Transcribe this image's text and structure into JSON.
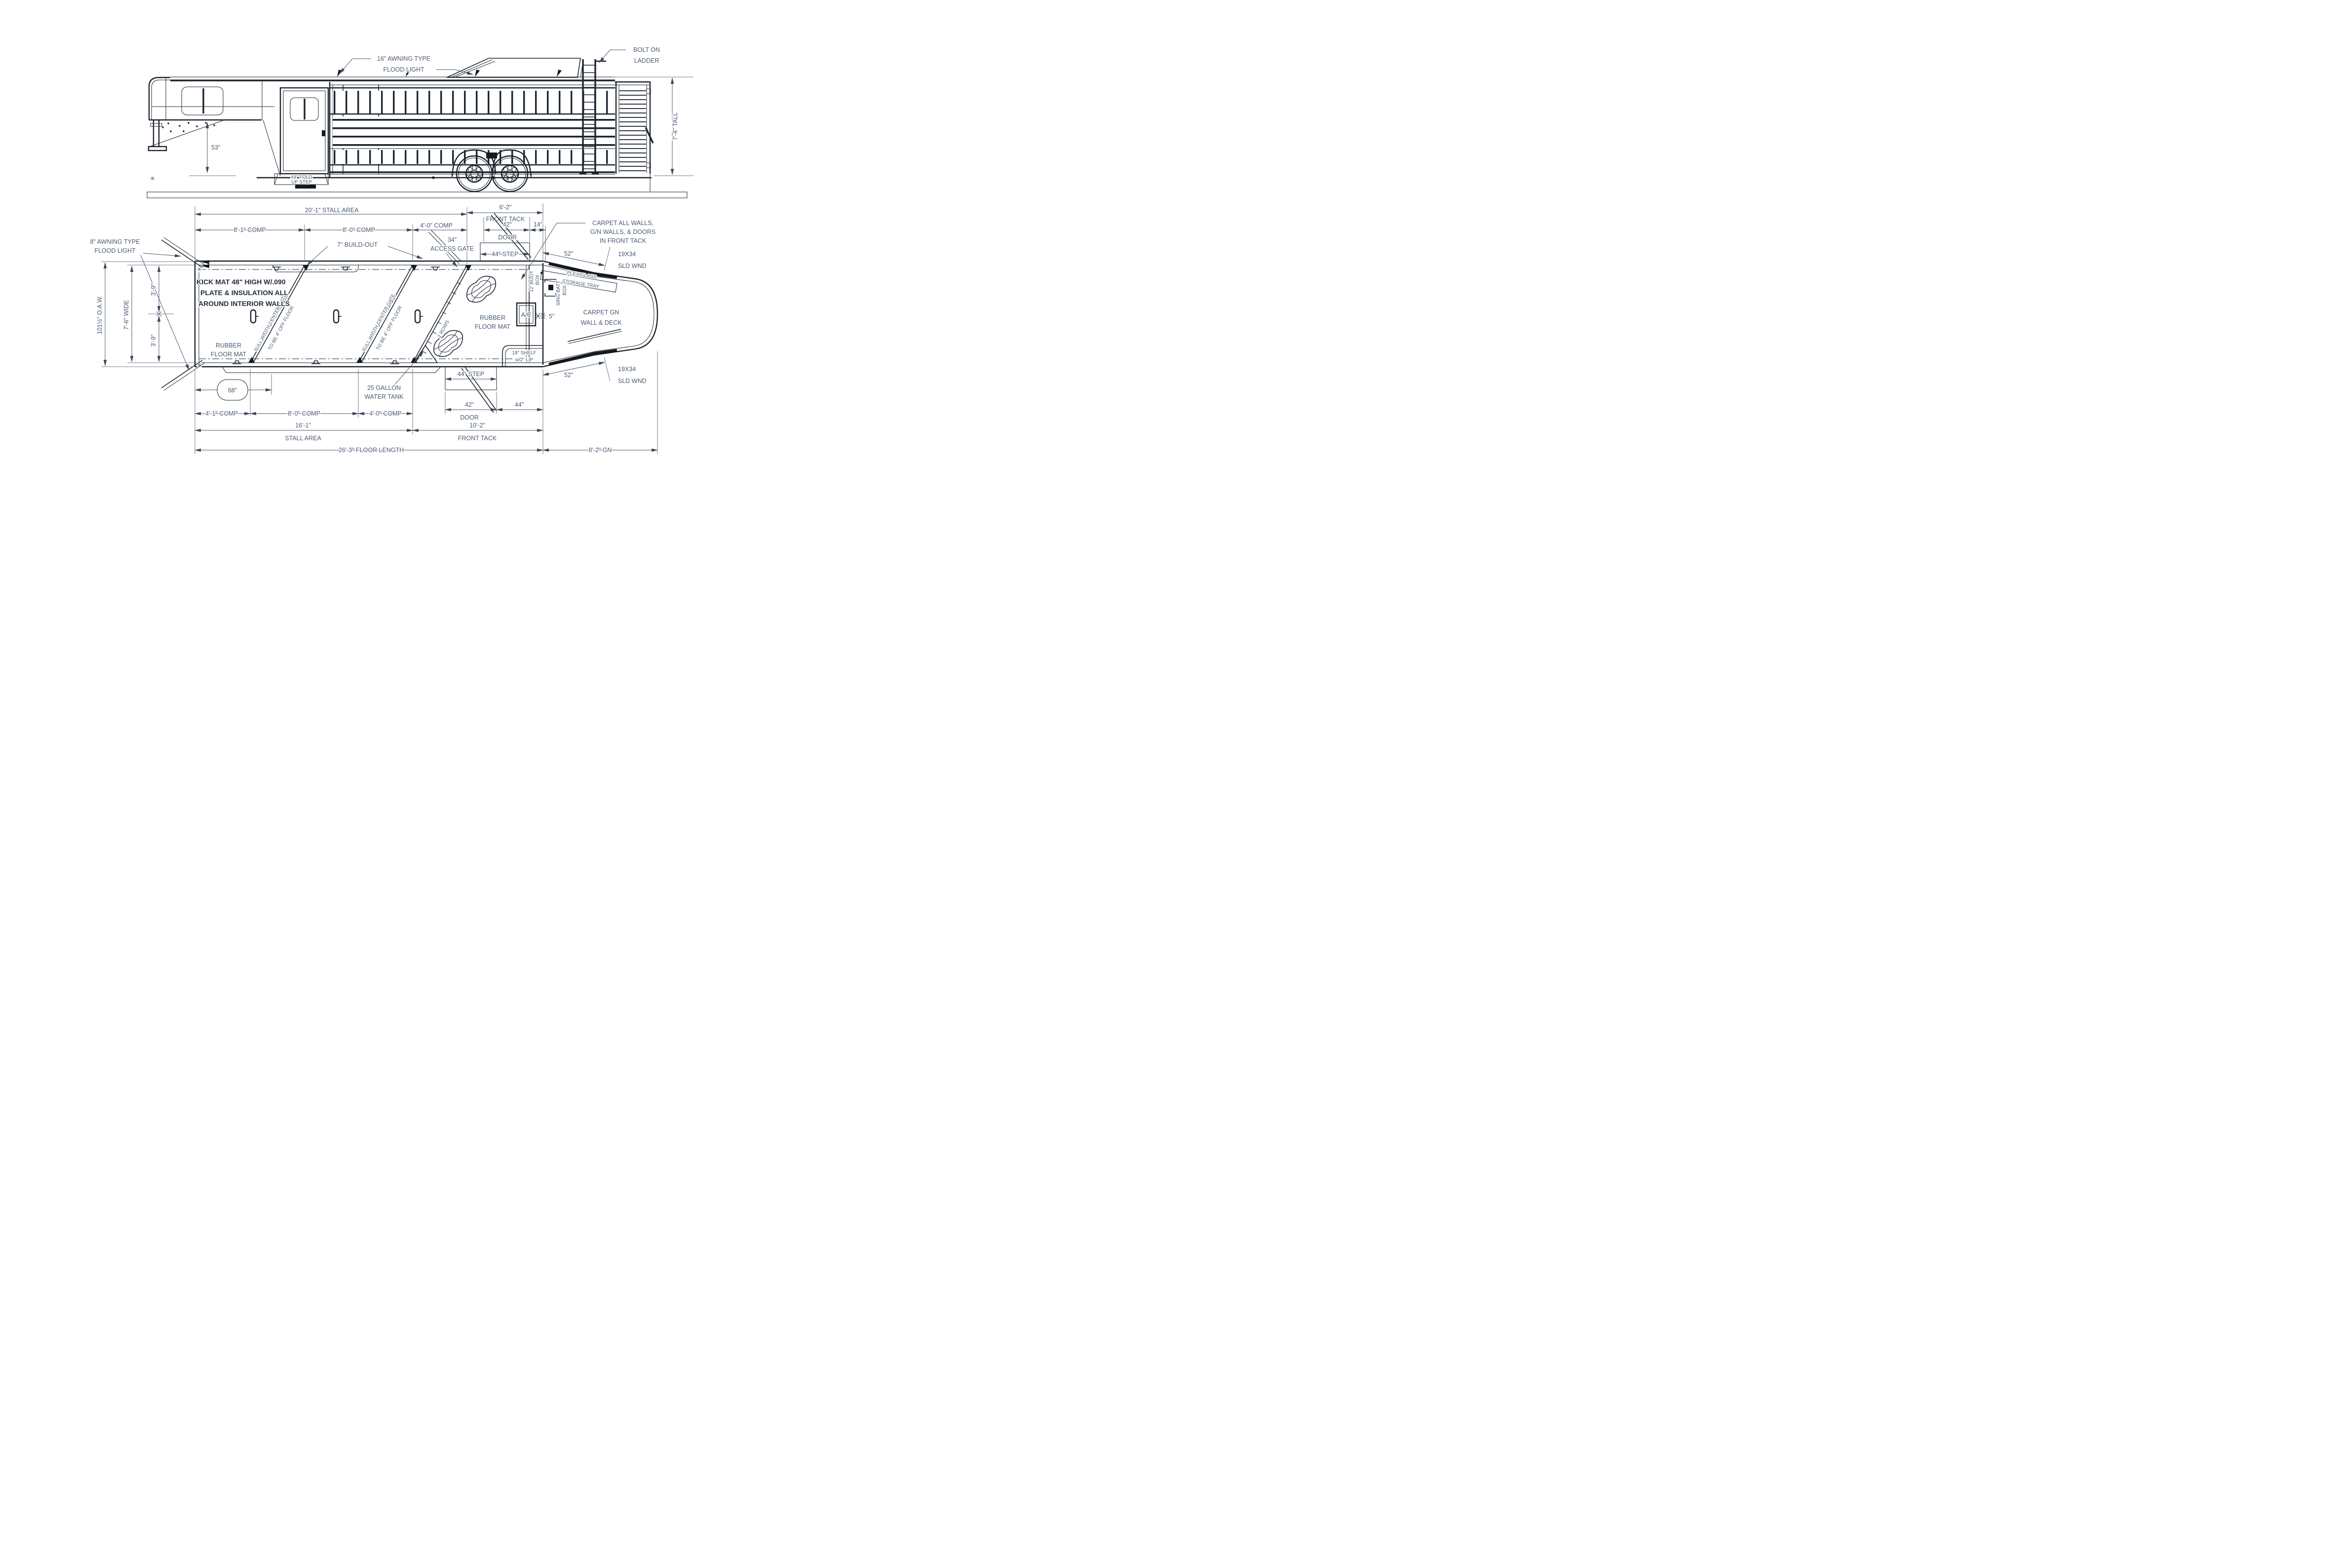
{
  "colors": {
    "line": "#1c242e",
    "dim_text": "#4a5a74",
    "bold_note": "#202c3c",
    "background": "#ffffff"
  },
  "side": {
    "awning1": "16\" AWNING TYPE",
    "awning2": "FLOOD LIGHT",
    "bolt1": "BOLT ON",
    "bolt2": "LADDER",
    "gn_height": "53\"",
    "fold1": "44\" FOLD",
    "fold2": "UP STEP",
    "tall": "7'-4\" TALL"
  },
  "plan": {
    "stall_top": "20'-1\" STALL AREA",
    "fronttack_top1": "6'-2\"",
    "fronttack_top2": "FRONT TACK",
    "comp81": "8'-1\" COMP",
    "comp80": "8'-0\" COMP",
    "comp40": "4'-0\" COMP",
    "comp41": "4'-1\" COMP",
    "door42": "42\"",
    "door42b": "DOOR",
    "dim14": "14\"",
    "access1": "34\"",
    "access2": "ACCESS GATE",
    "step44": "44\" STEP",
    "buildout": "7\" BUILD-OUT",
    "carpet1": "CARPET ALL WALLS,",
    "carpet2": "G/N WALLS, & DOORS",
    "carpet3": "IN FRONT TACK",
    "dim52": "52\"",
    "win1": "19X34",
    "win2": "SLD WND",
    "awning1": "8\" AWNING TYPE",
    "awning2": "FLOOD LIGHT",
    "oaw": "101½\" O.A.W.",
    "wide": "7'-6\" WIDE",
    "dim39": "3'-9\"",
    "kick1": "KICK MAT 48\" HIGH W/.090",
    "kick2": "PLATE & INSULATION ALL",
    "kick3": "AROUND INTERIOR WALLS",
    "rubber1": "RUBBER",
    "rubber2": "FLOOR MAT",
    "gate_note1": "FULL WIDTH CENTER GATE",
    "gate_note2": "TO BE 4\" OFF FLOOR",
    "rows2": "2 ROWS",
    "boot1": "12' BOOT",
    "boot2": "BOX",
    "batt1": "SING BATT",
    "batt2": "BOX",
    "plex1": "PLEXIGLASS",
    "plex2": "STORAGE TRAY",
    "ac": "A/C",
    "dim5": "5\"",
    "gncarpet1": "CARPET GN",
    "gncarpet2": "WALL & DECK",
    "shelf1": "18\" SHELF",
    "shelf2": "w/2\" LIP",
    "dim68": "68\"",
    "tank1": "25 GALLON",
    "tank2": "WATER TANK",
    "dim44": "44\"",
    "stall_bot1": "16'-1\"",
    "stall_bot2": "STALL AREA",
    "fronttack_bot1": "10'-2\"",
    "fronttack_bot2": "FRONT TACK",
    "floor_len": "26'-3\" FLOOR LENGTH",
    "gn82": "8'-2\" GN"
  }
}
